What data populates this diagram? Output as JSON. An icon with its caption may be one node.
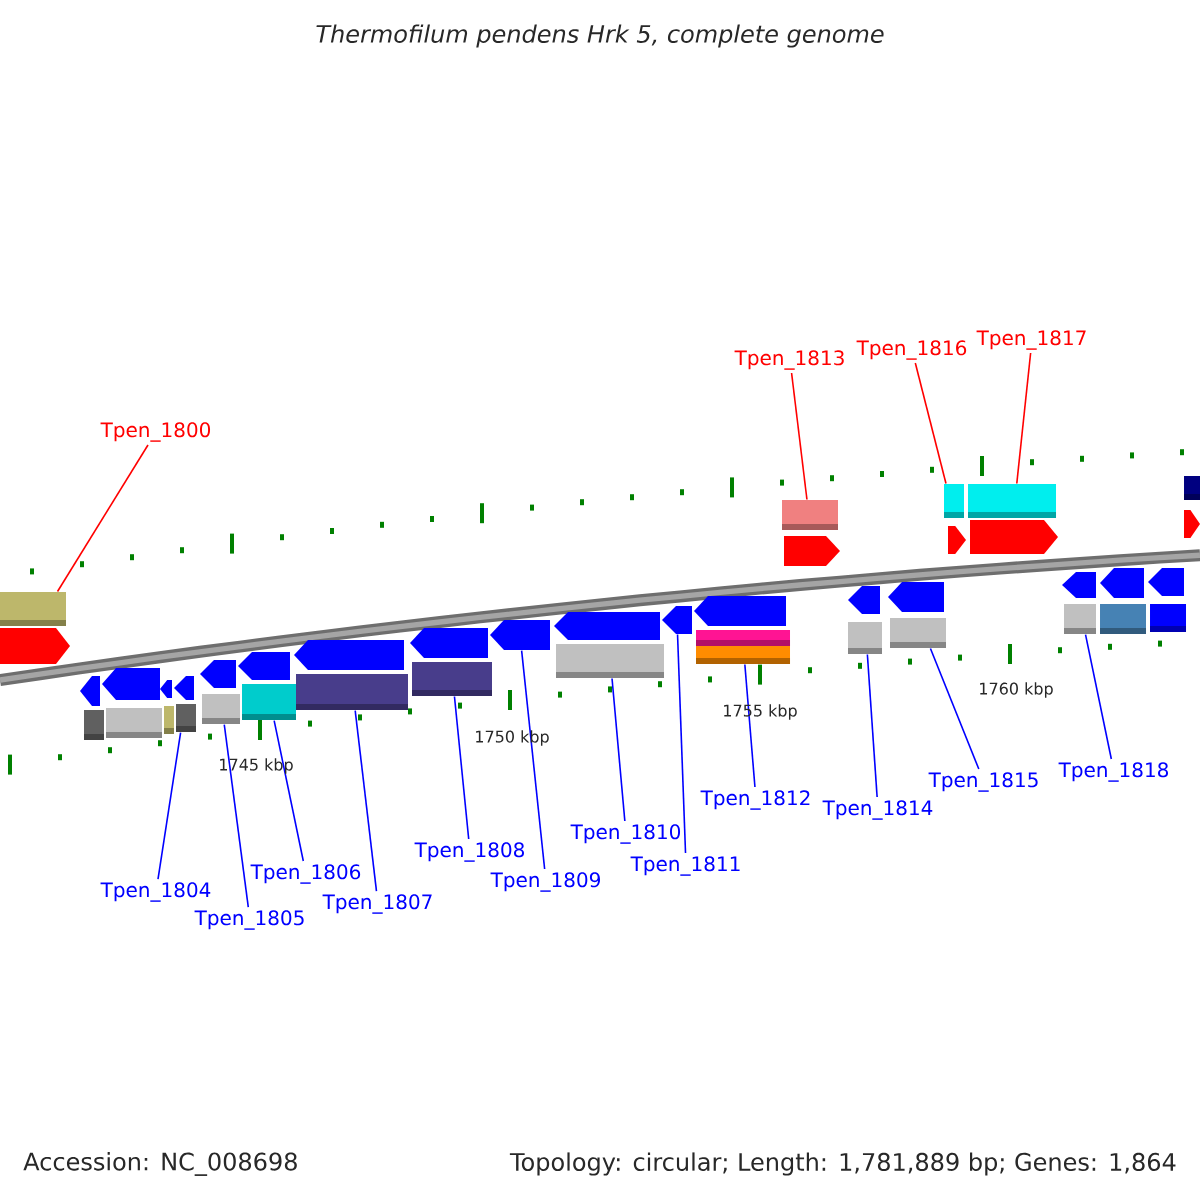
{
  "diagram": {
    "title": "Thermofilum pendens Hrk 5, complete genome",
    "nodes": [
      {
        "text": [
          "Tpen_1800"
        ]
      },
      {
        "text": [
          "Tpen_1813"
        ]
      },
      {
        "text": [
          "Tpen_1816"
        ]
      },
      {
        "text": [
          "Tpen_1817"
        ]
      },
      {
        "text": [
          "Tpen_1804"
        ]
      },
      {
        "text": [
          "Tpen_1805"
        ]
      },
      {
        "text": [
          "Tpen_1806"
        ]
      },
      {
        "text": [
          "Tpen_1807"
        ]
      },
      {
        "text": [
          "Tpen_1808"
        ]
      },
      {
        "text": [
          "Tpen_1809"
        ]
      },
      {
        "text": [
          "Tpen_1810"
        ]
      },
      {
        "text": [
          "Tpen_1811"
        ]
      },
      {
        "text": [
          "Tpen_1812"
        ]
      },
      {
        "text": [
          "Tpen_1814"
        ]
      },
      {
        "text": [
          "Tpen_1815"
        ]
      },
      {
        "text": [
          "Tpen_1818"
        ]
      },
      {
        "text": [],
        "shape": "arrow"
      },
      {
        "text": [],
        "shape": "arrow"
      },
      {
        "text": [],
        "shape": "arrow"
      },
      {
        "text": [],
        "shape": "arrow"
      },
      {
        "text": [],
        "shape": "arrow"
      },
      {
        "text": [],
        "shape": "arrow"
      },
      {
        "text": [],
        "shape": "arrow"
      },
      {
        "text": [],
        "shape": "arrow"
      },
      {
        "text": [],
        "shape": "arrow"
      },
      {
        "text": [],
        "shape": "arrow"
      },
      {
        "text": [],
        "shape": "arrow"
      },
      {
        "text": [],
        "shape": "arrow"
      },
      {
        "text": [],
        "shape": "arrow"
      },
      {
        "text": [],
        "shape": "arrow"
      },
      {
        "text": [],
        "shape": "arrow"
      },
      {
        "text": [],
        "shape": "arrow"
      },
      {
        "text": [],
        "shape": "arrow"
      },
      {
        "text": [],
        "shape": "arrow"
      },
      {
        "text": [],
        "shape": "arrow"
      },
      {
        "text": [],
        "shape": "arrow"
      },
      {
        "text": [],
        "shape": "arrow"
      },
      {
        "text": [],
        "shape": "arrow"
      }
    ],
    "edges": [
      {
        "from": 0,
        "to": 16,
        "arrow": "none",
        "color": "#ff0000"
      },
      {
        "from": 1,
        "to": 26,
        "arrow": "none",
        "color": "#ff0000"
      },
      {
        "from": 2,
        "to": 29,
        "arrow": "none",
        "color": "#ff0000"
      },
      {
        "from": 3,
        "to": 30,
        "arrow": "none",
        "color": "#ff0000"
      },
      {
        "from": 4,
        "to": 17,
        "arrow": "none"
      },
      {
        "from": 5,
        "to": 18,
        "arrow": "none"
      },
      {
        "from": 6,
        "to": 19,
        "arrow": "none"
      },
      {
        "from": 7,
        "to": 20,
        "arrow": "none"
      },
      {
        "from": 8,
        "to": 21,
        "arrow": "none"
      },
      {
        "from": 9,
        "to": 22,
        "arrow": "none"
      },
      {
        "from": 10,
        "to": 23,
        "arrow": "none"
      },
      {
        "from": 11,
        "to": 24,
        "arrow": "none"
      },
      {
        "from": 12,
        "to": 25,
        "arrow": "none"
      },
      {
        "from": 13,
        "to": 27,
        "arrow": "none"
      },
      {
        "from": 14,
        "to": 28,
        "arrow": "none"
      },
      {
        "from": 15,
        "to": 31,
        "arrow": "none"
      }
    ],
    "labels": [
      "1745 kbp",
      "1750 kbp",
      "1755 kbp",
      "1760 kbp",
      "Accession: NC_008698",
      "Topology: circular; Length: 1,781,889 bp; Genes: 1,864"
    ]
  }
}
